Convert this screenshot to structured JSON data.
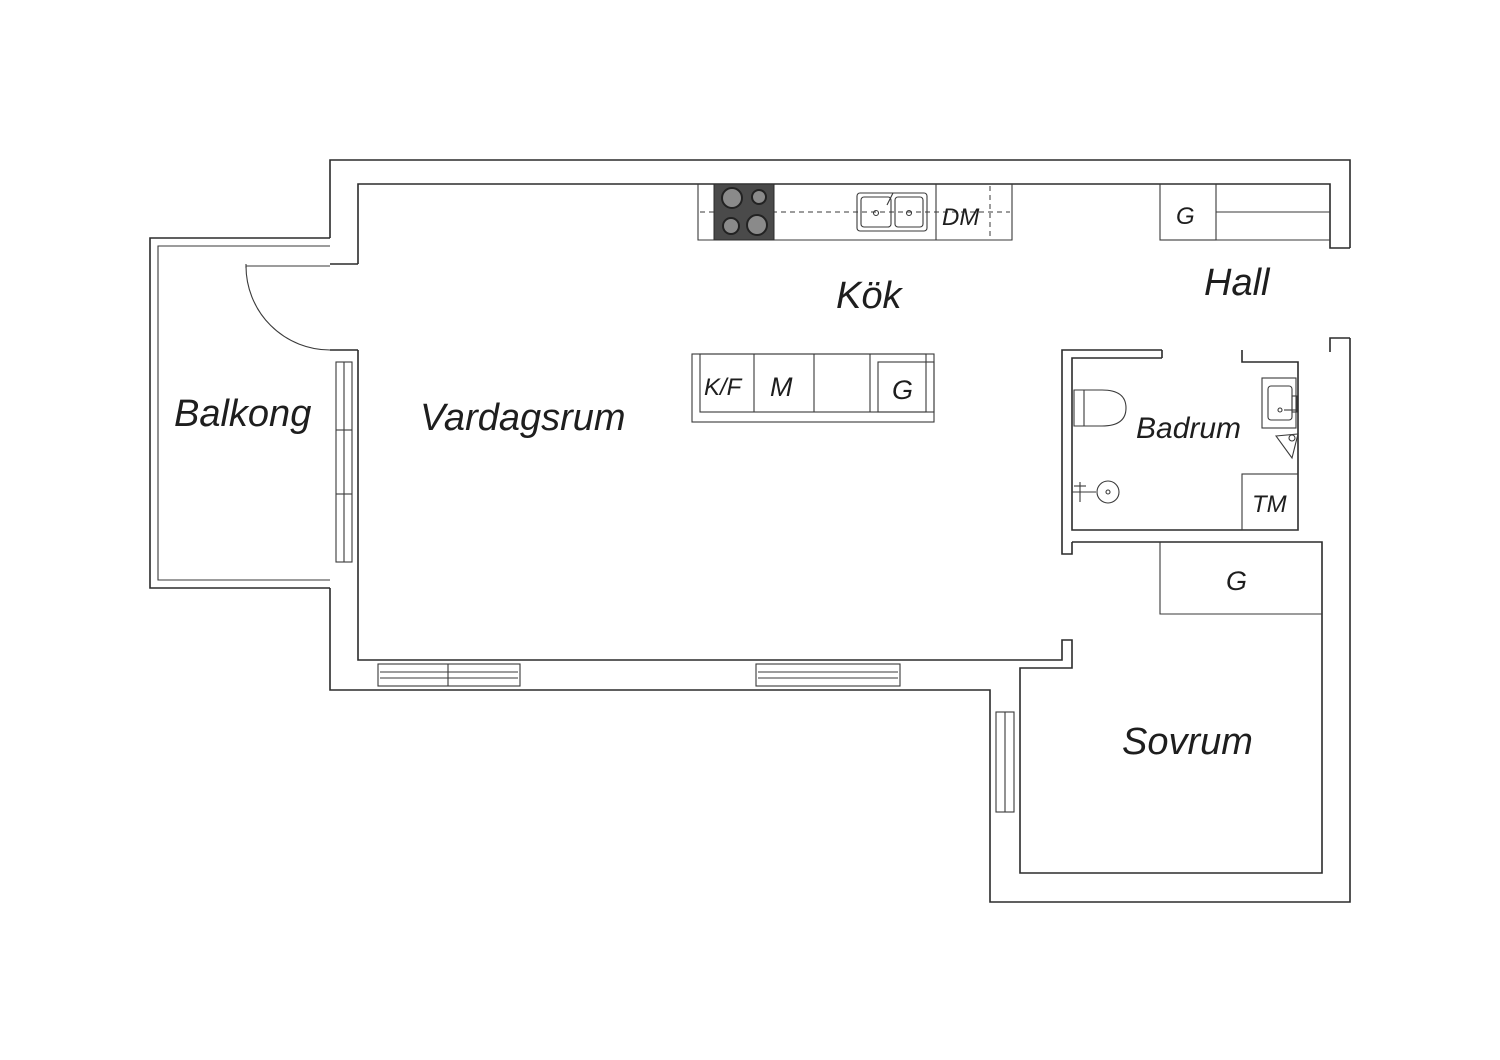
{
  "rooms": {
    "balcony": "Balkong",
    "living_room": "Vardagsrum",
    "kitchen": "Kök",
    "hall": "Hall",
    "bathroom": "Badrum",
    "bedroom": "Sovrum"
  },
  "fixtures": {
    "dishwasher": "DM",
    "hall_wardrobe": "G",
    "fridge_freezer": "K/F",
    "microwave": "M",
    "island_wardrobe": "G",
    "washing_machine": "TM",
    "bedroom_wardrobe": "G"
  },
  "colors": {
    "wall": "#2b2b2b",
    "stove": "#4a4a4a",
    "background": "#ffffff"
  }
}
